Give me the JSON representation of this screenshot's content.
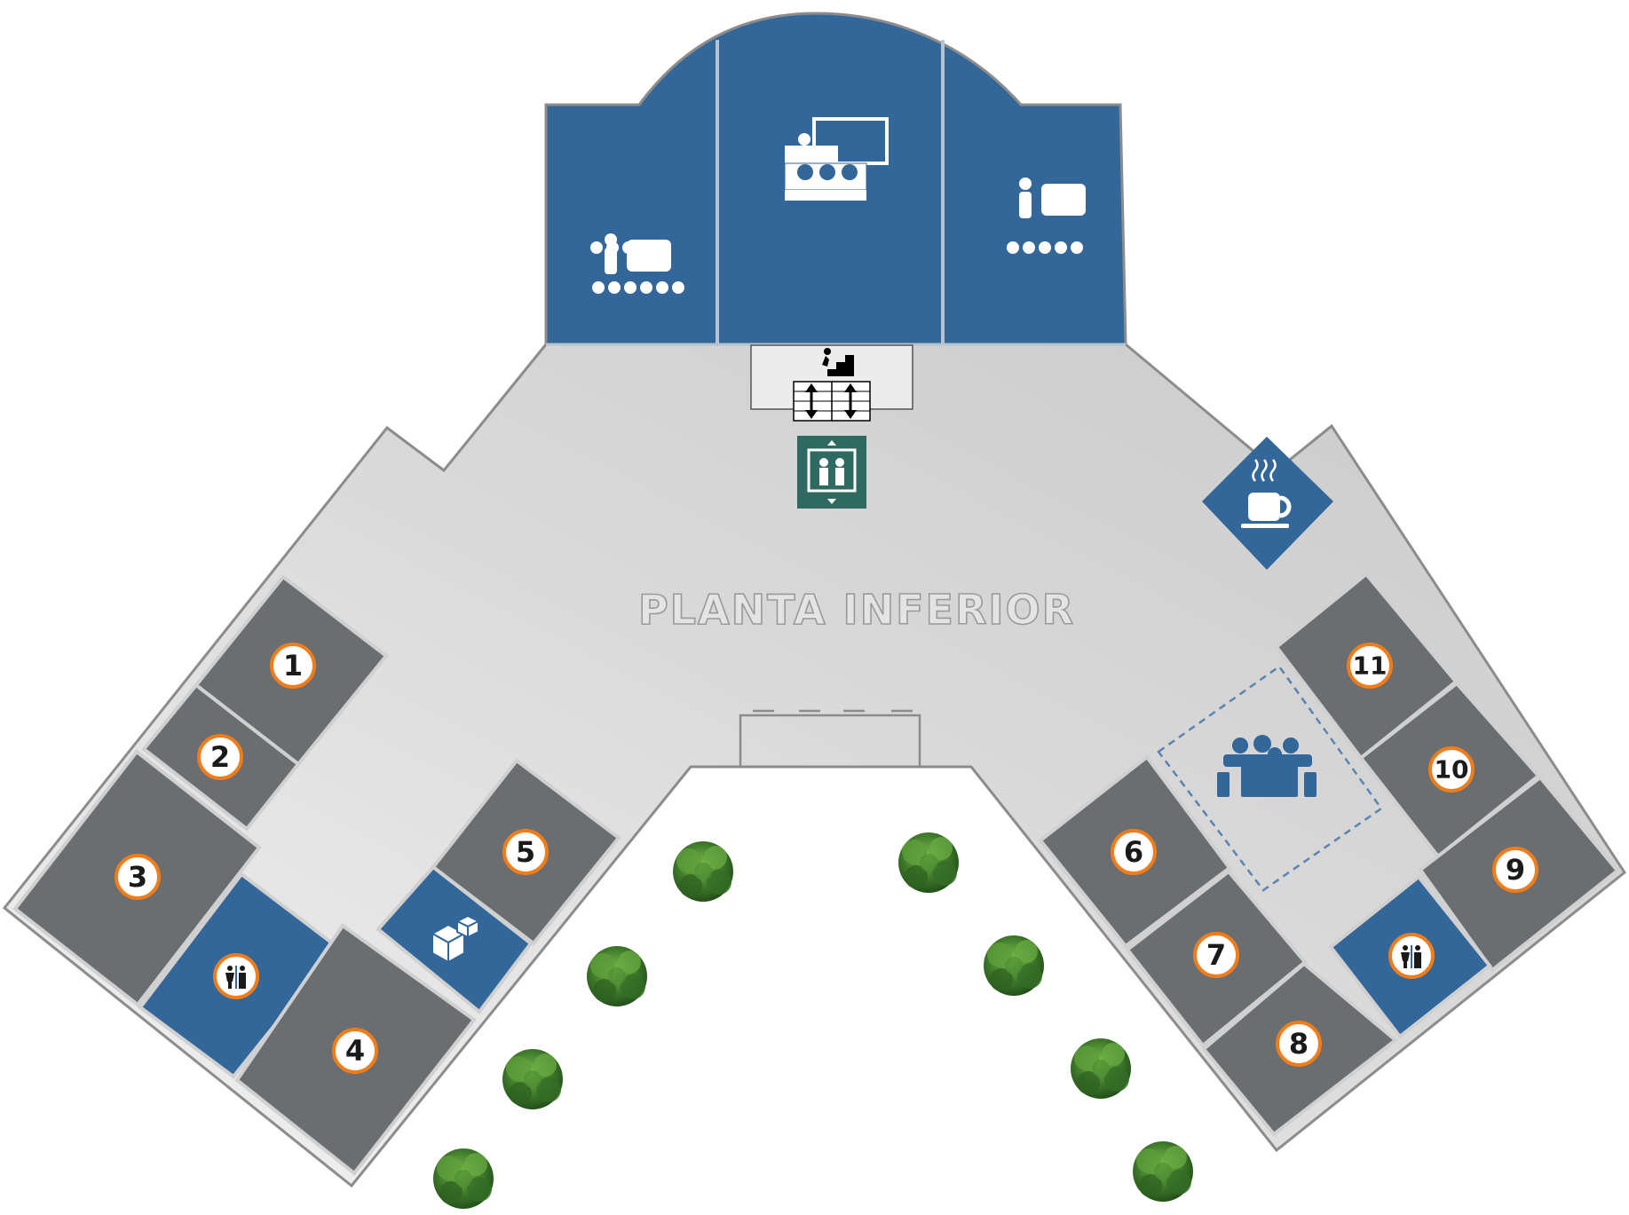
{
  "floor_label": "PLANTA INFERIOR",
  "colors": {
    "hall_floor": "#d7d7d7",
    "hall_border": "#8c8c8c",
    "room_gray": "#6a6e71",
    "room_blue": "#336699",
    "elevator_teal": "#2f6a62",
    "badge_ring": "#f07d1a",
    "badge_fill": "#ffffff",
    "tree_green": "#3f7a2b"
  },
  "rooms": [
    {
      "number": "1"
    },
    {
      "number": "2"
    },
    {
      "number": "3"
    },
    {
      "number": "4"
    },
    {
      "number": "5"
    },
    {
      "number": "6"
    },
    {
      "number": "7"
    },
    {
      "number": "8"
    },
    {
      "number": "9"
    },
    {
      "number": "10"
    },
    {
      "number": "11"
    }
  ],
  "facilities": [
    {
      "icon": "presentation-room-icon"
    },
    {
      "icon": "auditorium-stage-icon"
    },
    {
      "icon": "presentation-room-icon"
    },
    {
      "icon": "stairs-icon"
    },
    {
      "icon": "escalator-icon"
    },
    {
      "icon": "elevator-icon"
    },
    {
      "icon": "coffee-cup-icon"
    },
    {
      "icon": "meeting-room-icon"
    },
    {
      "icon": "restroom-icon"
    },
    {
      "icon": "restroom-icon"
    },
    {
      "icon": "storage-boxes-icon"
    },
    {
      "icon": "tree-icon"
    }
  ]
}
